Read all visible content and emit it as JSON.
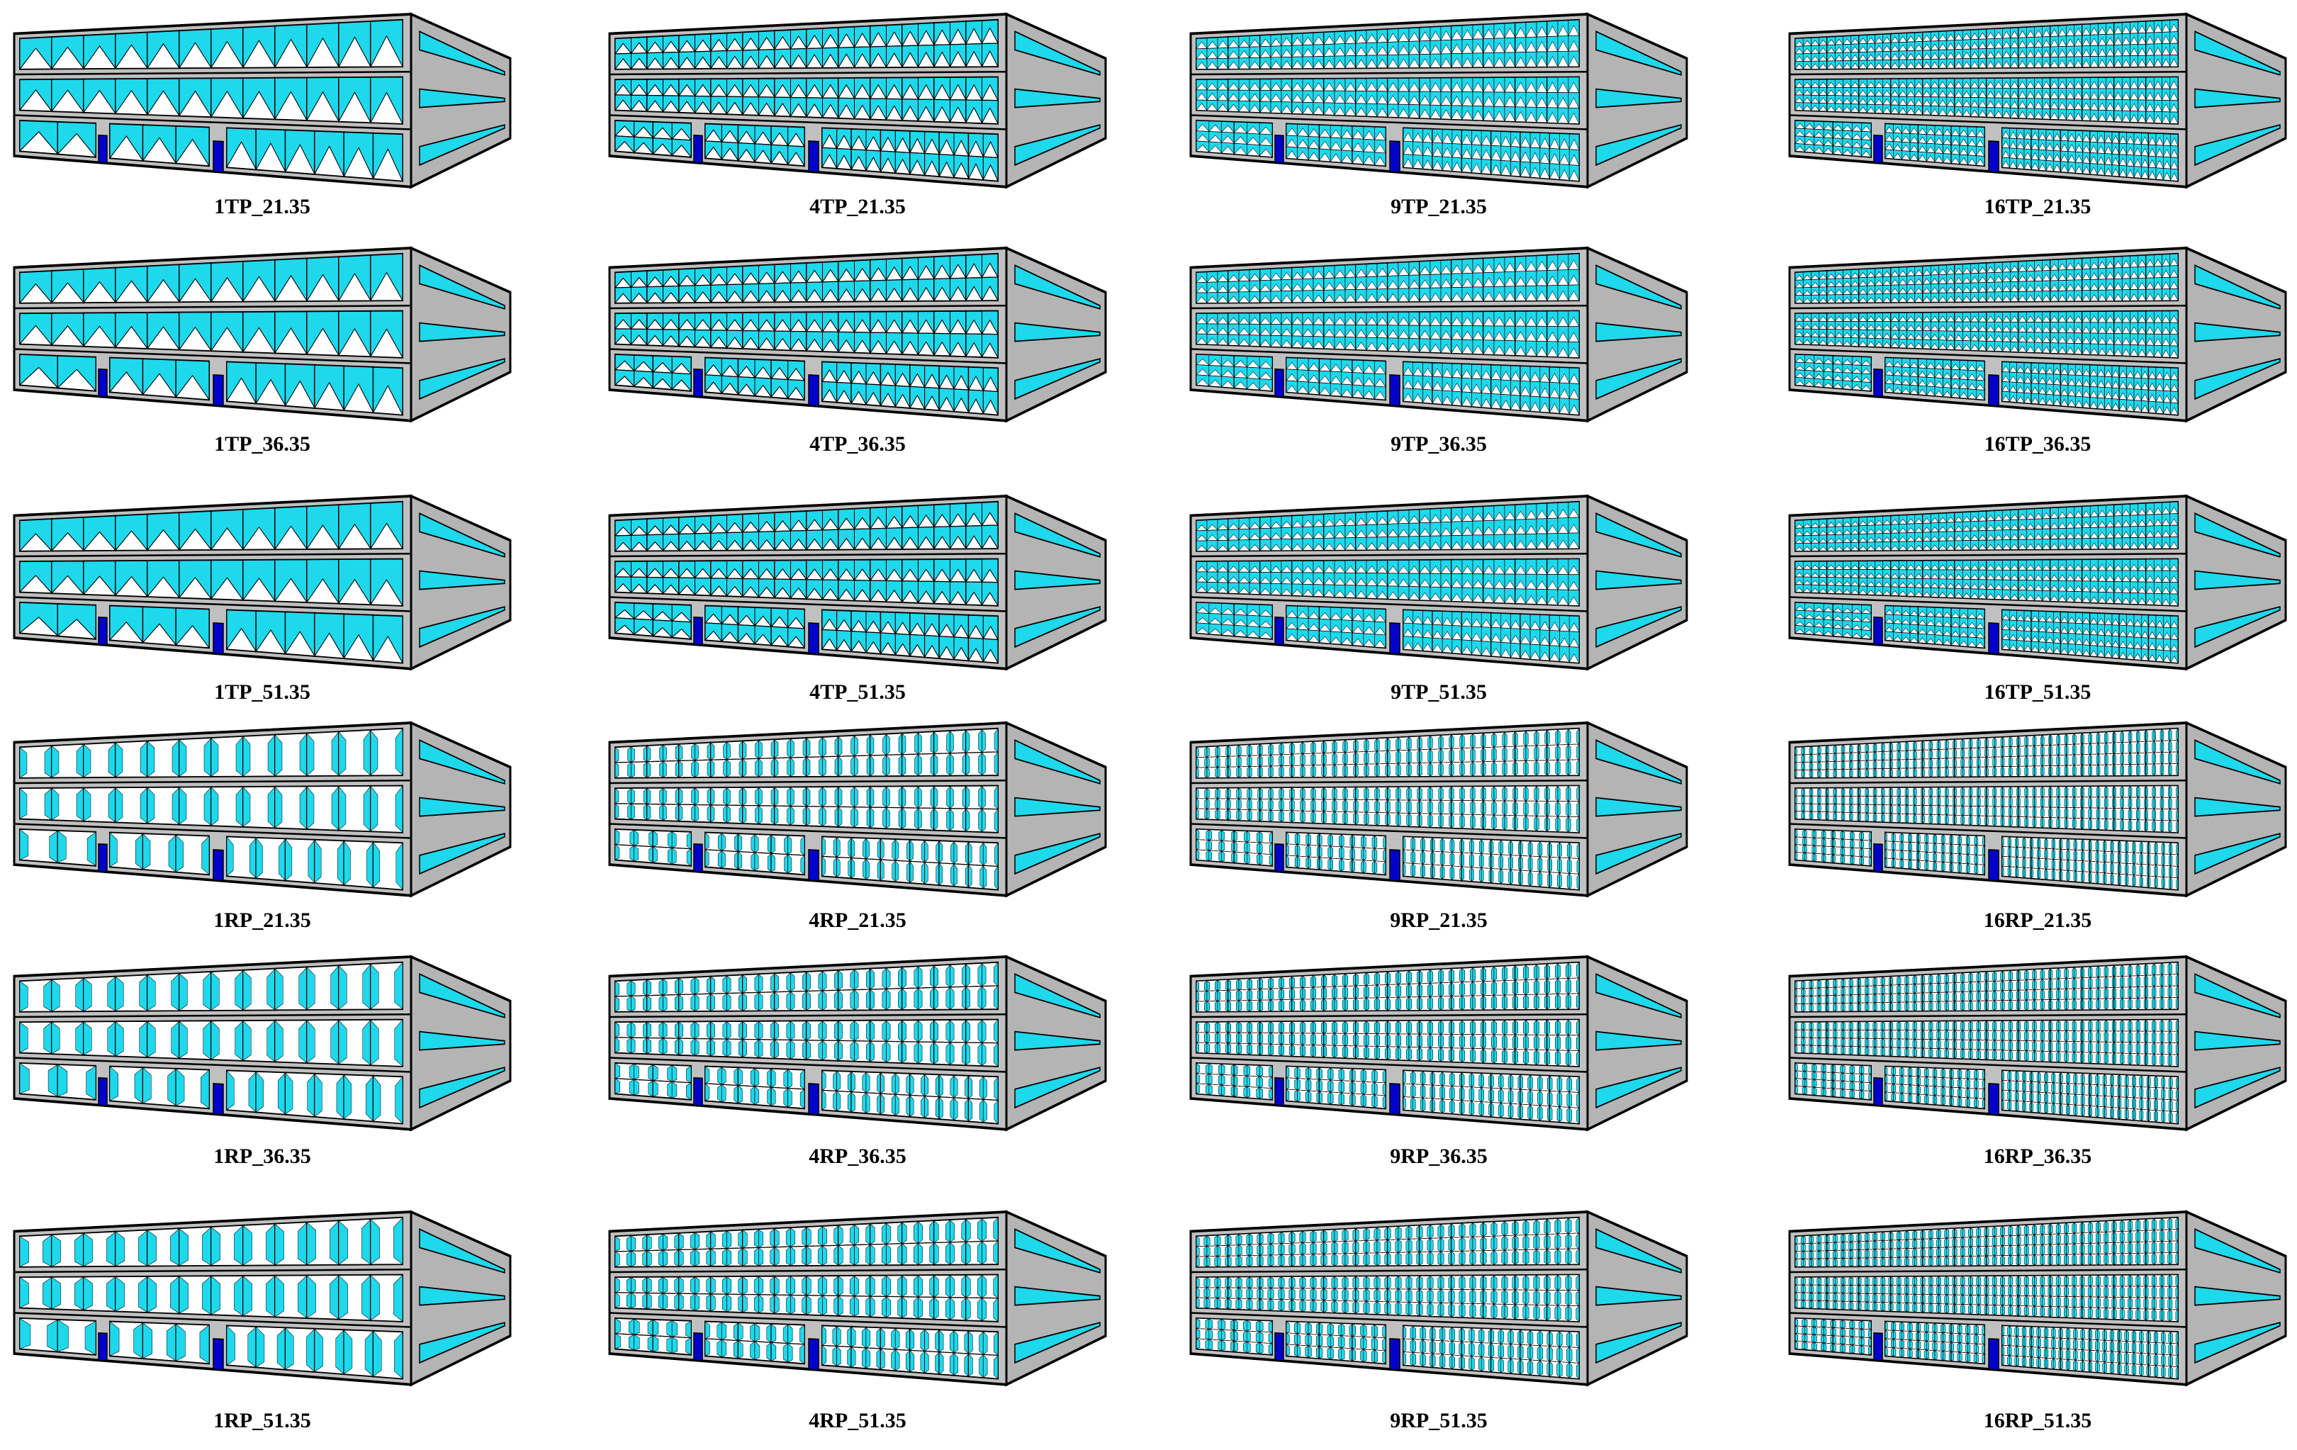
{
  "colors": {
    "glass": "#1ed8ec",
    "panel": "#ffffff",
    "wall": "#c0c0c0",
    "side_wall": "#b4b4b4",
    "line": "#000000",
    "door": "#0000cc"
  },
  "columns": [
    {
      "id": "1",
      "divisions": 1
    },
    {
      "id": "4",
      "divisions": 2
    },
    {
      "id": "9",
      "divisions": 3
    },
    {
      "id": "16",
      "divisions": 4
    }
  ],
  "rows": [
    {
      "shade_type": "TP",
      "angle": "21.35"
    },
    {
      "shade_type": "TP",
      "angle": "36.35"
    },
    {
      "shade_type": "TP",
      "angle": "51.35"
    },
    {
      "shade_type": "RP",
      "angle": "21.35"
    },
    {
      "shade_type": "RP",
      "angle": "36.35"
    },
    {
      "shade_type": "RP",
      "angle": "51.35"
    }
  ],
  "panels": [
    {
      "label": "1TP_21.35"
    },
    {
      "label": "4TP_21.35"
    },
    {
      "label": "9TP_21.35"
    },
    {
      "label": "16TP_21.35"
    },
    {
      "label": "1TP_36.35"
    },
    {
      "label": "4TP_36.35"
    },
    {
      "label": "9TP_36.35"
    },
    {
      "label": "16TP_36.35"
    },
    {
      "label": "1TP_51.35"
    },
    {
      "label": "4TP_51.35"
    },
    {
      "label": "9TP_51.35"
    },
    {
      "label": "16TP_51.35"
    },
    {
      "label": "1RP_21.35"
    },
    {
      "label": "4RP_21.35"
    },
    {
      "label": "9RP_21.35"
    },
    {
      "label": "16RP_21.35"
    },
    {
      "label": "1RP_36.35"
    },
    {
      "label": "4RP_36.35"
    },
    {
      "label": "9RP_36.35"
    },
    {
      "label": "16RP_36.35"
    },
    {
      "label": "1RP_51.35"
    },
    {
      "label": "4RP_51.35"
    },
    {
      "label": "9RP_51.35"
    },
    {
      "label": "16RP_51.35"
    }
  ]
}
